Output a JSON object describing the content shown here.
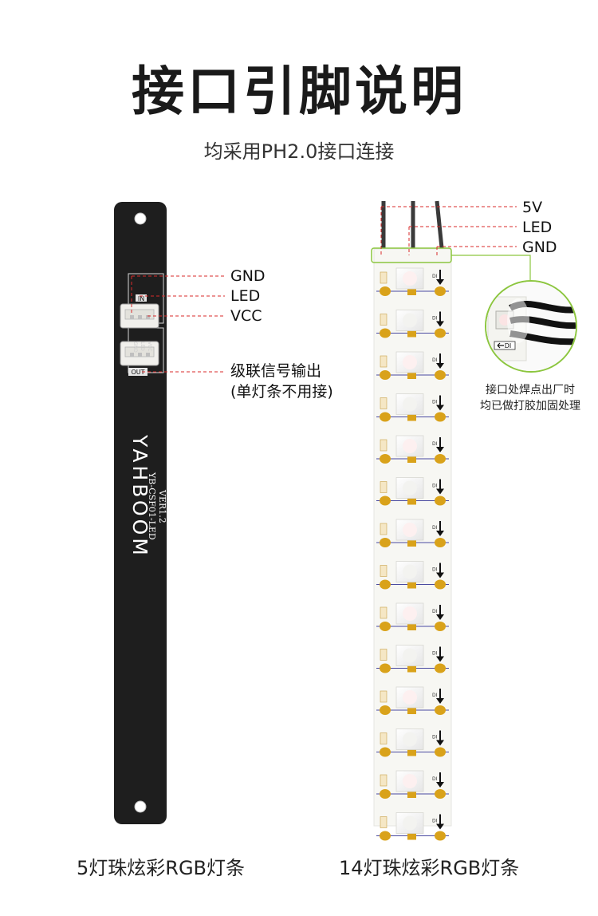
{
  "header": {
    "title": "接口引脚说明",
    "subtitle": "均采用PH2.0接口连接"
  },
  "board5": {
    "caption": "5灯珠炫彩RGB灯条",
    "pins": [
      "GND",
      "LED",
      "VCC"
    ],
    "output_label_line1": "级联信号输出",
    "output_label_line2": "(单灯条不用接)",
    "silk_brand": "YAHBOOM",
    "silk_model": "YB-CSF01-LED",
    "silk_version": "VER1.2",
    "silk_in": "IN",
    "silk_out": "OUT",
    "silk_pin_gnd": "GND",
    "silk_pin_led": "LED",
    "silk_pin_vcc": "VCC"
  },
  "strip14": {
    "caption": "14灯珠炫彩RGB灯条",
    "wires": [
      "5V",
      "LED",
      "GND"
    ],
    "note_line1": "接口处焊点出厂时",
    "note_line2": "均已做打胶加固处理",
    "pad_label": "DI",
    "zoom_label": "DI"
  },
  "colors": {
    "board": "#1e1e1e",
    "pcb_white": "#f7f7f3",
    "pad_gold": "#d9a21a",
    "leader_red": "#d92a2a",
    "zoom_green": "#8cc63f"
  }
}
